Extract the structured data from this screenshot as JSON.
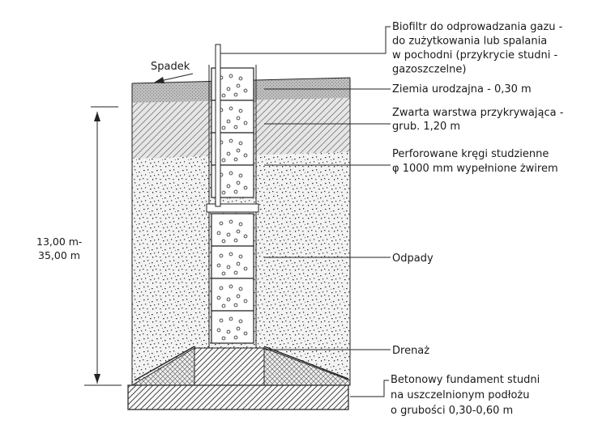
{
  "slope_label": "Spadek",
  "depth_label": [
    "13,00 m-",
    "35,00 m"
  ],
  "callouts": {
    "biofilter": [
      "Biofiltr do odprowadzania gazu -",
      "do zużytkowania lub spalania",
      "w pochodni (przykrycie studni -",
      "gazoszczelne)"
    ],
    "topsoil": [
      "Ziemia urodzajna - 0,30 m"
    ],
    "cover_layer": [
      "Zwarta warstwa przykrywająca -",
      "grub. 1,20 m"
    ],
    "perforated_rings": [
      "Perforowane kręgi studzienne",
      "φ 1000 mm wypełnione żwirem"
    ],
    "waste": [
      "Odpady"
    ],
    "drainage": [
      "Drenaż"
    ],
    "foundation": [
      "Betonowy fundament studni",
      "na uszczelnionym podłożu",
      "o grubości 0,30-0,60 m"
    ]
  }
}
